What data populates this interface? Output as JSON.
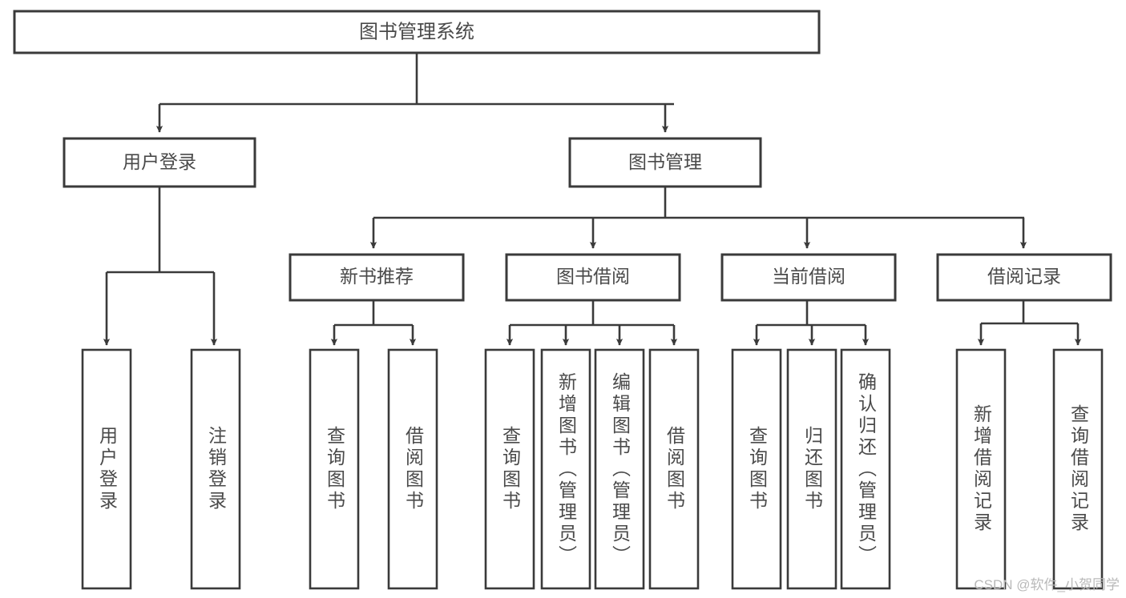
{
  "diagram": {
    "type": "tree-hierarchy",
    "title": "图书管理系统",
    "watermark": "CSDN @软件_小贺同学",
    "colors": {
      "stroke": "#3a3a3a",
      "fill": "#ffffff",
      "text": "#4a4a4a",
      "watermark": "#b9b9b9",
      "background": "#ffffff"
    },
    "levels": {
      "root": {
        "label": "图书管理系统"
      },
      "level2": [
        {
          "label": "用户登录"
        },
        {
          "label": "图书管理"
        }
      ],
      "level3": [
        {
          "label": "新书推荐"
        },
        {
          "label": "图书借阅"
        },
        {
          "label": "当前借阅"
        },
        {
          "label": "借阅记录"
        }
      ],
      "leaves": {
        "user_login": [
          {
            "label": "用户登录"
          },
          {
            "label": "注销登录"
          }
        ],
        "new_book": [
          {
            "label": "查询图书"
          },
          {
            "label": "借阅图书"
          }
        ],
        "book_borrow": [
          {
            "label": "查询图书"
          },
          {
            "label": "新增图书（管理员）"
          },
          {
            "label": "编辑图书（管理员）"
          },
          {
            "label": "借阅图书"
          }
        ],
        "current_borrow": [
          {
            "label": "查询图书"
          },
          {
            "label": "归还图书"
          },
          {
            "label": "确认归还（管理员）"
          }
        ],
        "borrow_record": [
          {
            "label": "新增借阅记录"
          },
          {
            "label": "查询借阅记录"
          }
        ]
      }
    },
    "edges": [
      {
        "from": "图书管理系统",
        "to": "用户登录"
      },
      {
        "from": "图书管理系统",
        "to": "图书管理"
      },
      {
        "from": "图书管理",
        "to": "新书推荐"
      },
      {
        "from": "图书管理",
        "to": "图书借阅"
      },
      {
        "from": "图书管理",
        "to": "当前借阅"
      },
      {
        "from": "图书管理",
        "to": "借阅记录"
      },
      {
        "from": "用户登录",
        "to": "用户登录"
      },
      {
        "from": "用户登录",
        "to": "注销登录"
      },
      {
        "from": "新书推荐",
        "to": "查询图书"
      },
      {
        "from": "新书推荐",
        "to": "借阅图书"
      },
      {
        "from": "图书借阅",
        "to": "查询图书"
      },
      {
        "from": "图书借阅",
        "to": "新增图书（管理员）"
      },
      {
        "from": "图书借阅",
        "to": "编辑图书（管理员）"
      },
      {
        "from": "图书借阅",
        "to": "借阅图书"
      },
      {
        "from": "当前借阅",
        "to": "查询图书"
      },
      {
        "from": "当前借阅",
        "to": "归还图书"
      },
      {
        "from": "当前借阅",
        "to": "确认归还（管理员）"
      },
      {
        "from": "借阅记录",
        "to": "新增借阅记录"
      },
      {
        "from": "借阅记录",
        "to": "查询借阅记录"
      }
    ]
  }
}
